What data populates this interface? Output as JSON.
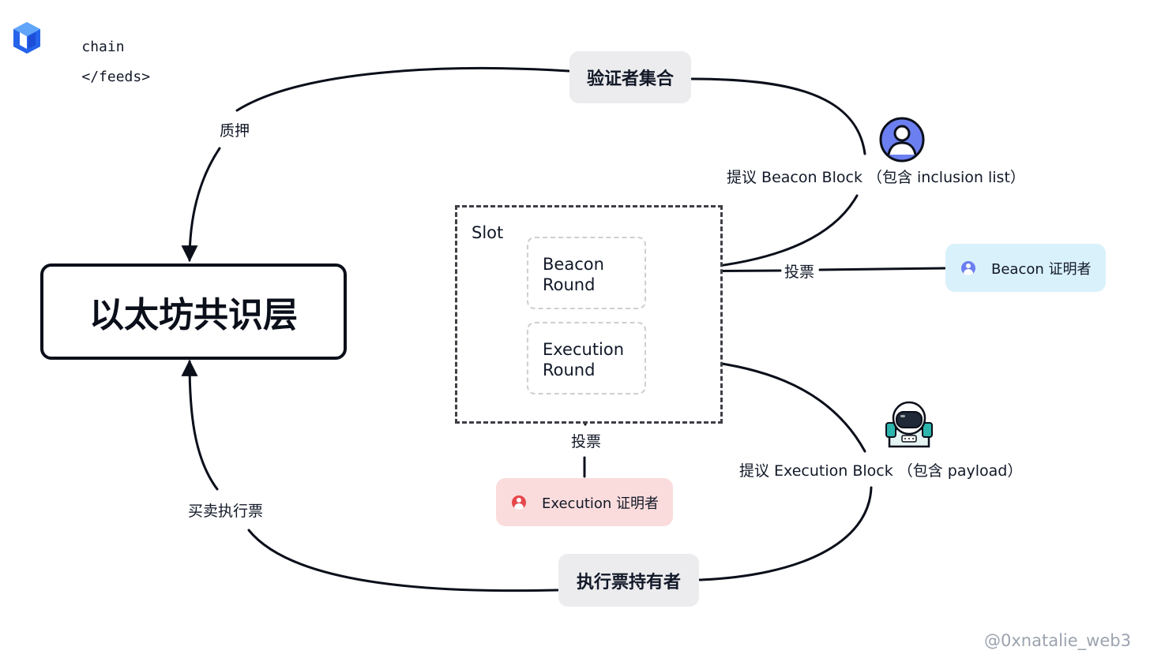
{
  "logo": {
    "line1": "chain",
    "line2": "</feeds>",
    "icon": "chainfeeds-cube-icon",
    "color": "#2563eb"
  },
  "nodes": {
    "validator_set": "验证者集合",
    "consensus_layer": "以太坊共识层",
    "ticket_holders": "执行票持有者"
  },
  "slot": {
    "label": "Slot",
    "beacon_round": {
      "line1": "Beacon",
      "line2": "Round"
    },
    "execution_round": {
      "line1": "Execution",
      "line2": "Round"
    }
  },
  "edges": {
    "staking": "质押",
    "trade_tickets": "买卖执行票",
    "propose_beacon": "提议 Beacon Block （包含 inclusion list）",
    "propose_execution": "提议 Execution Block （包含 payload）",
    "vote_beacon": "投票",
    "vote_execution": "投票"
  },
  "attesters": {
    "beacon": {
      "label": "Beacon 证明者",
      "bg": "#d9f1fb",
      "dot": "#6b7ff0"
    },
    "execution": {
      "label": "Execution 证明者",
      "bg": "#fbdcdc",
      "dot": "#e5484d"
    }
  },
  "avatars": {
    "proposer": "user-avatar-icon",
    "executor": "astronaut-avatar-icon"
  },
  "watermark": "@0xnatalie_web3"
}
